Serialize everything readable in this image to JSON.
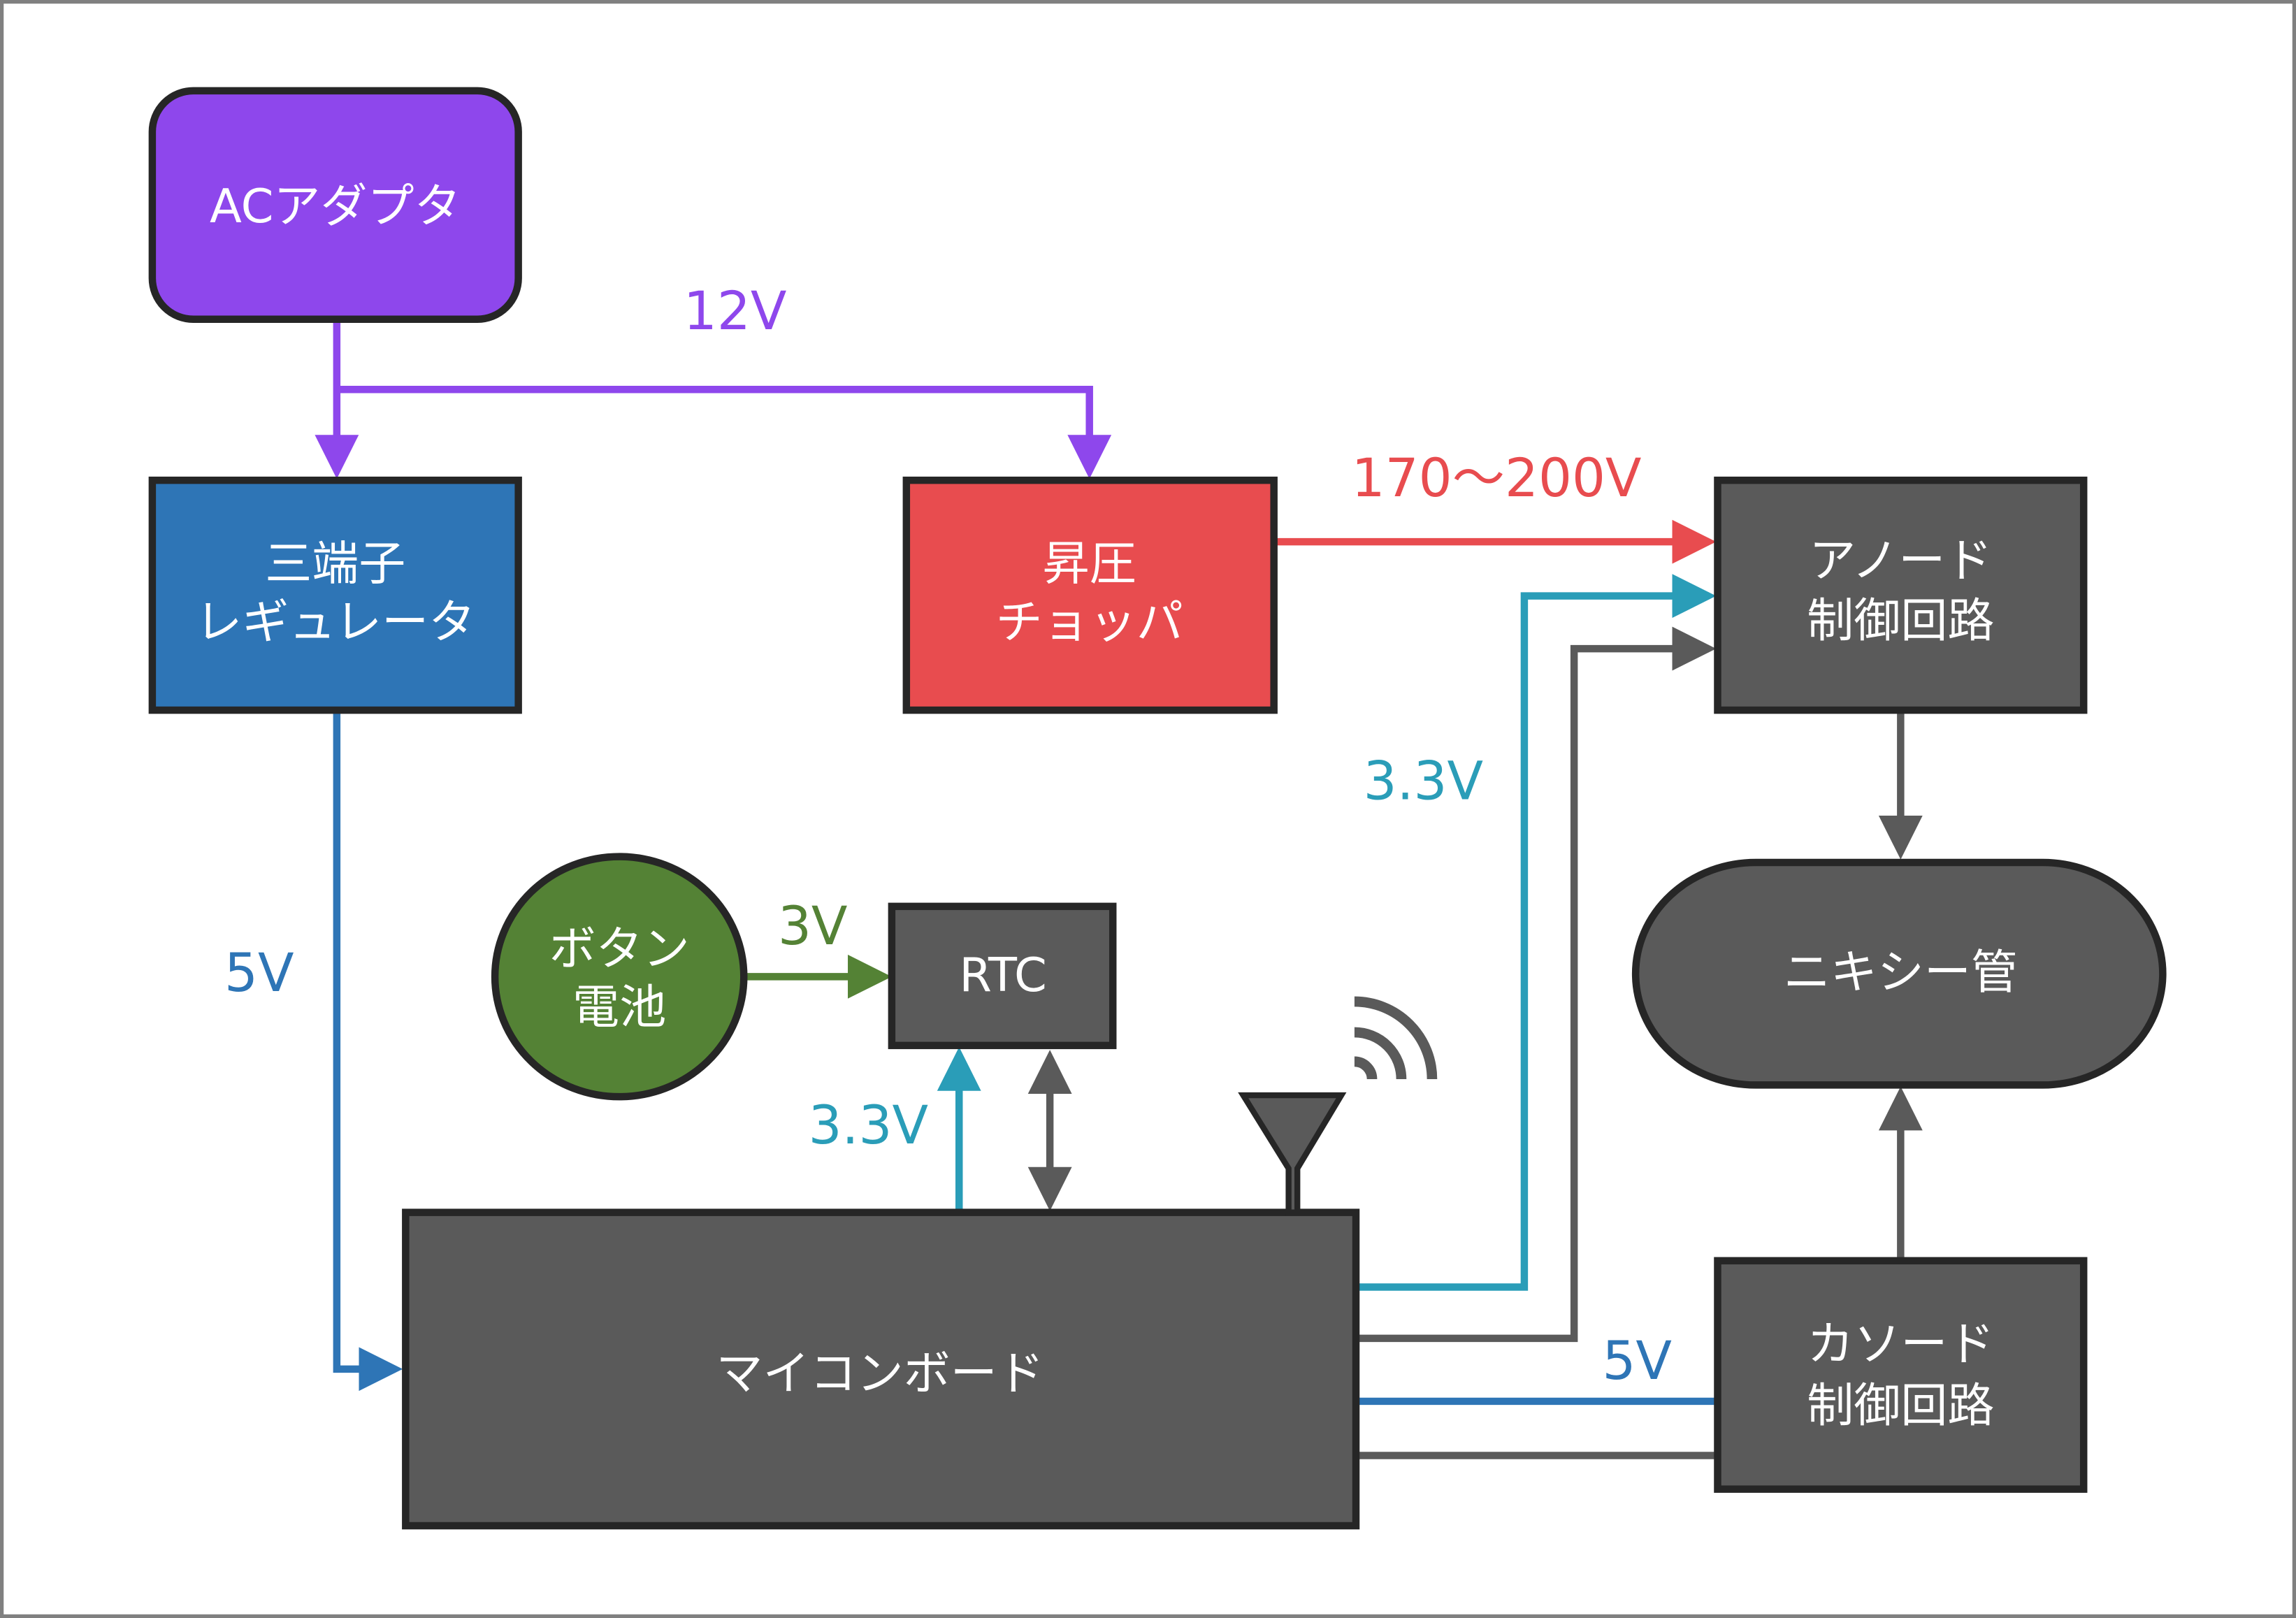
{
  "colors": {
    "purple": "#8e47ec",
    "blue": "#2e75b6",
    "red": "#e84c4f",
    "green": "#548235",
    "teal": "#2a9db8",
    "gray": "#5a5a5a",
    "stroke": "#262626",
    "frame": "#808080"
  },
  "nodes": {
    "ac_adapter": {
      "label": "ACアダプタ"
    },
    "regulator": {
      "lines": [
        "三端子",
        "レギュレータ"
      ]
    },
    "booster": {
      "lines": [
        "昇圧",
        "チョッパ"
      ]
    },
    "anode": {
      "lines": [
        "アノード",
        "制御回路"
      ]
    },
    "nixie": {
      "label": "ニキシー管"
    },
    "battery": {
      "lines": [
        "ボタン",
        "電池"
      ]
    },
    "rtc": {
      "label": "RTC"
    },
    "mcu": {
      "label": "マイコンボード"
    },
    "cathode": {
      "lines": [
        "カソード",
        "制御回路"
      ]
    }
  },
  "voltages": {
    "v12": "12V",
    "v170_200": "170〜200V",
    "v5_left": "5V",
    "v3_battery": "3V",
    "v33_rtc": "3.3V",
    "v33_anode": "3.3V",
    "v5_cathode": "5V"
  }
}
